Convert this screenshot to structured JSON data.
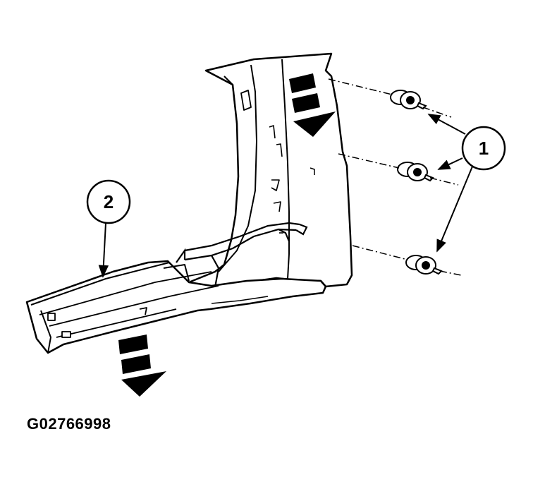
{
  "callouts": {
    "clips_number": "1",
    "sill_panel_number": "2"
  },
  "figure_id": "G02766998",
  "colors": {
    "line": "#000000",
    "background": "#ffffff"
  }
}
